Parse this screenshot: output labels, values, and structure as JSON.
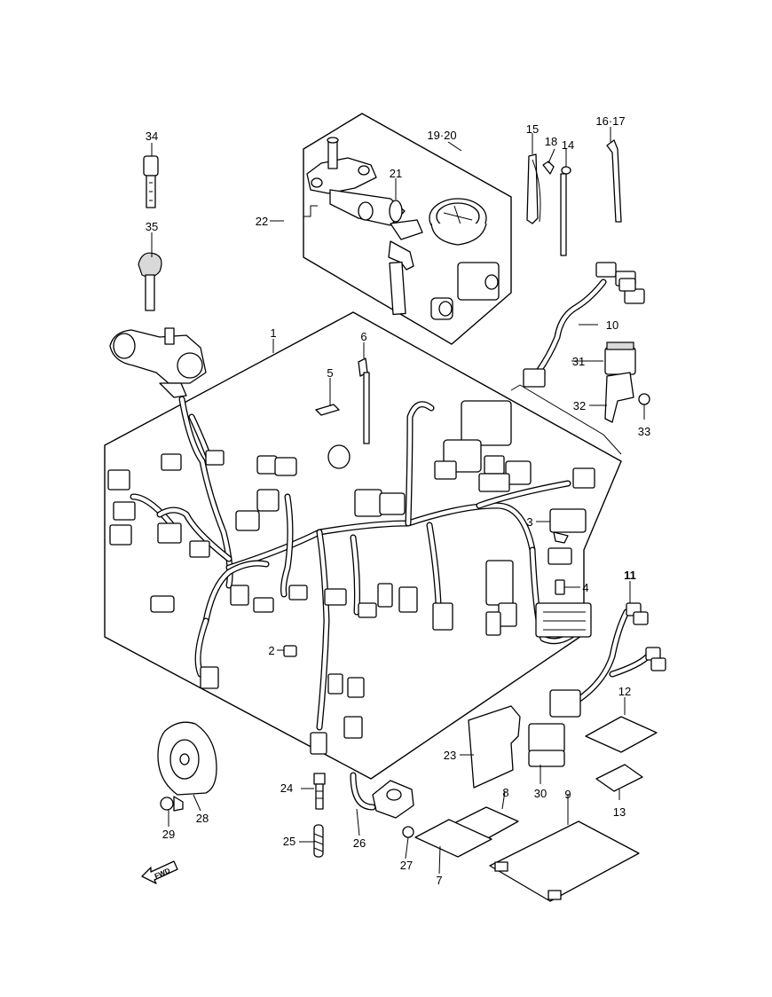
{
  "callouts": {
    "c1": "1",
    "c2": "2",
    "c3": "3",
    "c4": "4",
    "c5": "5",
    "c6": "6",
    "c7": "7",
    "c8": "8",
    "c9": "9",
    "c10": "10",
    "c11": "11",
    "c12": "12",
    "c13": "13",
    "c14": "14",
    "c15": "15",
    "c16_17": "16·17",
    "c18": "18",
    "c19_20": "19·20",
    "c21": "21",
    "c22": "22",
    "c23": "23",
    "c24": "24",
    "c25": "25",
    "c26": "26",
    "c27": "27",
    "c28": "28",
    "c29": "29",
    "c30": "30",
    "c31": "31",
    "c32": "32",
    "c33": "33",
    "c34": "34",
    "c35": "35"
  },
  "fwd_arrow": {
    "label": "FWD"
  },
  "icons": {
    "fwd": "fwd-arrow-icon"
  }
}
